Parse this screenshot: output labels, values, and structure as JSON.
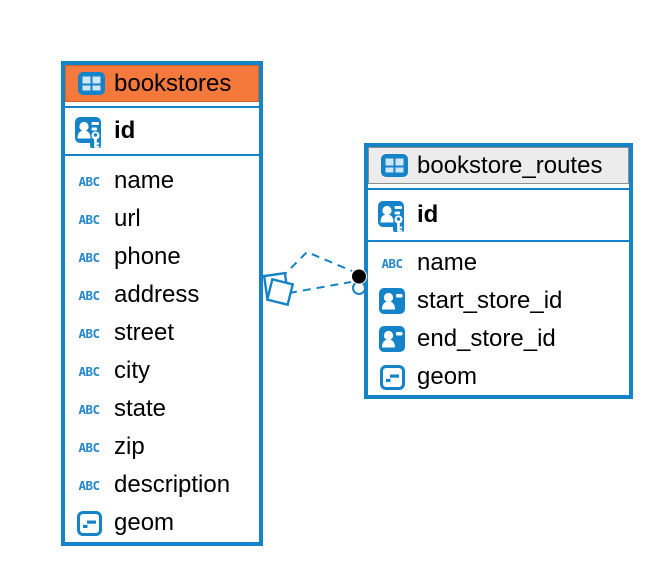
{
  "diagram": {
    "background": "#FFFFFF",
    "colors": {
      "accent_blue": "#1583C7",
      "bookstores_header": "#F5793B",
      "bookstores_header_border": "#CE6426",
      "routes_header": "#ECECEC",
      "routes_header_border": "#8E8E8E",
      "link_dot": "#000000"
    },
    "icon_glyphs": {
      "text_type": "ABC"
    },
    "tables": [
      {
        "title": "bookstores",
        "primary_key": {
          "name": "id",
          "icon": "person-key-icon"
        },
        "columns": [
          {
            "name": "name",
            "icon": "text-type-icon"
          },
          {
            "name": "url",
            "icon": "text-type-icon"
          },
          {
            "name": "phone",
            "icon": "text-type-icon"
          },
          {
            "name": "address",
            "icon": "text-type-icon"
          },
          {
            "name": "street",
            "icon": "text-type-icon"
          },
          {
            "name": "city",
            "icon": "text-type-icon"
          },
          {
            "name": "state",
            "icon": "text-type-icon"
          },
          {
            "name": "zip",
            "icon": "text-type-icon"
          },
          {
            "name": "description",
            "icon": "text-type-icon"
          },
          {
            "name": "geom",
            "icon": "geometry-type-icon"
          }
        ]
      },
      {
        "title": "bookstore_routes",
        "primary_key": {
          "name": "id",
          "icon": "person-key-icon"
        },
        "columns": [
          {
            "name": "name",
            "icon": "text-type-icon"
          },
          {
            "name": "start_store_id",
            "icon": "reference-icon"
          },
          {
            "name": "end_store_id",
            "icon": "reference-icon"
          },
          {
            "name": "geom",
            "icon": "geometry-type-icon"
          }
        ]
      }
    ],
    "relationships": [
      {
        "from": "bookstore_routes",
        "to": "bookstores",
        "line_style": "dashed"
      },
      {
        "from": "bookstore_routes",
        "to": "bookstores",
        "line_style": "dashed"
      }
    ]
  }
}
